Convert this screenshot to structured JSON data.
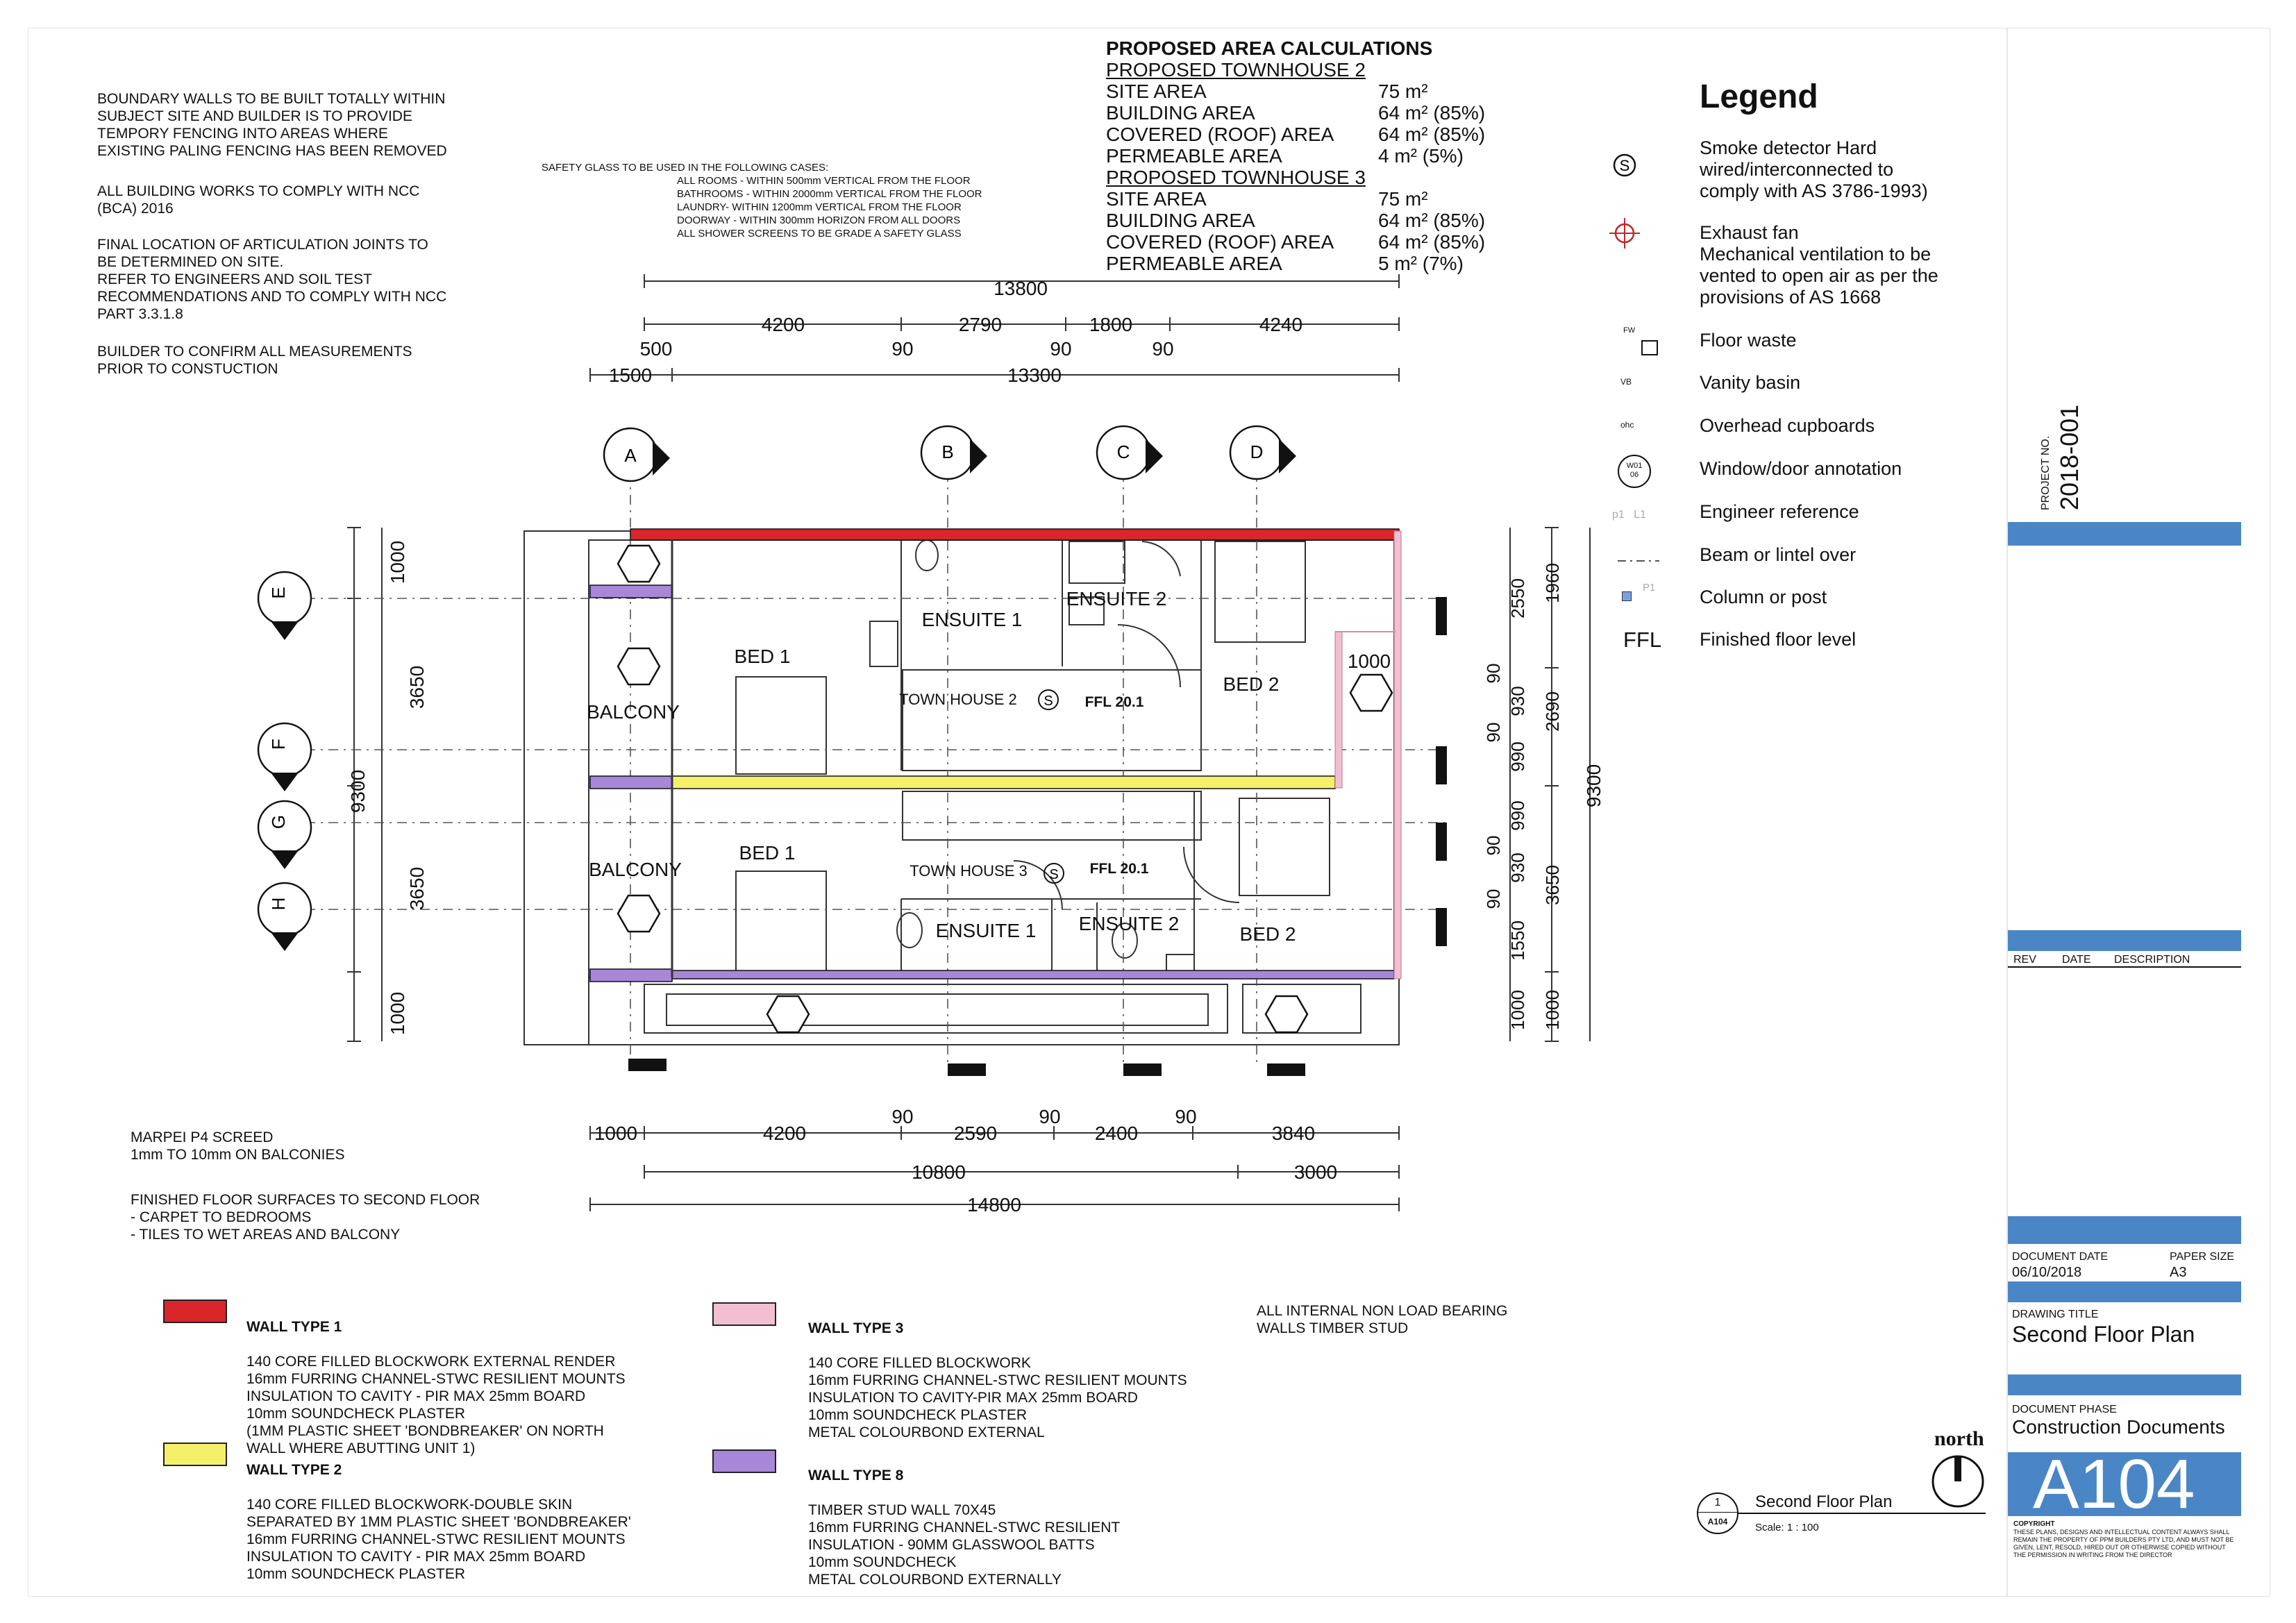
{
  "notes_left": [
    "BOUNDARY WALLS TO BE BUILT TOTALLY WITHIN\nSUBJECT SITE AND BUILDER IS TO PROVIDE\nTEMPORY FENCING INTO AREAS WHERE\nEXISTING PALING FENCING HAS BEEN REMOVED",
    "ALL BUILDING WORKS TO COMPLY WITH NCC\n(BCA) 2016",
    "FINAL LOCATION OF ARTICULATION JOINTS TO\nBE DETERMINED ON SITE.\nREFER TO ENGINEERS AND SOIL TEST\nRECOMMENDATIONS AND TO COMPLY WITH NCC\nPART 3.3.1.8",
    "BUILDER TO CONFIRM ALL MEASUREMENTS\nPRIOR TO CONSTUCTION"
  ],
  "safety_glass": {
    "heading": "SAFETY GLASS TO BE USED IN THE FOLLOWING CASES:",
    "lines": "ALL ROOMS - WITHIN 500mm VERTICAL FROM THE FLOOR\nBATHROOMS - WITHIN 2000mm VERTICAL FROM THE FLOOR\nLAUNDRY- WITHIN 1200mm VERTICAL FROM THE FLOOR\nDOORWAY - WITHIN 300mm HORIZON FROM ALL DOORS\nALL SHOWER SCREENS TO BE GRADE A SAFETY GLASS"
  },
  "area_calc": {
    "title": "PROPOSED AREA CALCULATIONS",
    "th2": "PROPOSED TOWNHOUSE 2",
    "th2_rows": [
      {
        "label": "SITE AREA",
        "value": "75 m²"
      },
      {
        "label": "BUILDING AREA",
        "value": "64 m² (85%)"
      },
      {
        "label": "COVERED (ROOF) AREA",
        "value": "64 m² (85%)"
      },
      {
        "label": "PERMEABLE AREA",
        "value": "4 m² (5%)"
      }
    ],
    "th3": "PROPOSED TOWNHOUSE 3",
    "th3_rows": [
      {
        "label": "SITE AREA",
        "value": "75 m²"
      },
      {
        "label": "BUILDING AREA",
        "value": "64 m² (85%)"
      },
      {
        "label": "COVERED (ROOF) AREA",
        "value": "64 m² (85%)"
      },
      {
        "label": "PERMEABLE AREA",
        "value": "5 m² (7%)"
      }
    ]
  },
  "legend": {
    "title": "Legend",
    "items": [
      {
        "icon": "smoke-detector-icon",
        "tag": "",
        "text": "Smoke detector Hard\nwired/interconnected to\ncomply with AS 3786-1993)"
      },
      {
        "icon": "exhaust-fan-icon",
        "tag": "",
        "text": "Exhaust fan\nMechanical ventilation to be\nvented to open air as per the\nprovisions of AS 1668"
      },
      {
        "icon": "floor-waste-icon",
        "tag": "FW",
        "text": "Floor waste"
      },
      {
        "icon": "vanity-basin-icon",
        "tag": "VB",
        "text": "Vanity basin"
      },
      {
        "icon": "overhead-cupboard-icon",
        "tag": "ohc",
        "text": "Overhead cupboards"
      },
      {
        "icon": "window-door-annotation-icon",
        "tag": "W01\n06",
        "text": "Window/door annotation"
      },
      {
        "icon": "engineer-reference-icon",
        "tag": "p1   L1",
        "text": "Engineer reference"
      },
      {
        "icon": "beam-lintel-icon",
        "tag": "",
        "text": "Beam or lintel over"
      },
      {
        "icon": "column-post-icon",
        "tag": "P1",
        "text": "Column or post"
      },
      {
        "icon": "finished-floor-level-icon",
        "tag": "FFL",
        "text": "Finished floor level"
      }
    ]
  },
  "plan": {
    "grid_top": [
      "A",
      "B",
      "C",
      "D"
    ],
    "grid_left": [
      "E",
      "F",
      "G",
      "H"
    ],
    "dims_top_total": "13800",
    "dims_top_segments": [
      "4200",
      "2790",
      "1800",
      "4240"
    ],
    "dims_top_small": [
      "500",
      "90",
      "90",
      "90"
    ],
    "dims_top_row3": [
      "1500",
      "13300"
    ],
    "dims_left": [
      "1000",
      "3650",
      "9300",
      "3650",
      "1000"
    ],
    "dims_right_inner": [
      "1960",
      "2690",
      "3650",
      "1000"
    ],
    "dims_right_mid": [
      "2550",
      "90",
      "930",
      "90",
      "990",
      "990",
      "90",
      "930",
      "90",
      "1550",
      "1000"
    ],
    "dims_right_total": "9300",
    "dims_bottom_small": [
      "90",
      "90",
      "90"
    ],
    "dims_bottom_segments": [
      "1000",
      "4200",
      "2590",
      "2400",
      "3840"
    ],
    "dims_bottom_row2": [
      "10800",
      "3000"
    ],
    "dims_bottom_total": "14800",
    "rooms": {
      "bed1_top": "BED 1",
      "ensuite1_top": "ENSUITE 1",
      "ensuite2_top": "ENSUITE 2",
      "bed2_top": "BED 2",
      "balcony_top": "BALCONY",
      "townhouse2": "TOWN HOUSE 2",
      "ffl_top": "FFL 20.1",
      "dim_1000": "1000",
      "bed1_bot": "BED 1",
      "balcony_bot": "BALCONY",
      "townhouse3": "TOWN HOUSE 3",
      "ffl_bot": "FFL 20.1",
      "ensuite1_bot": "ENSUITE 1",
      "ensuite2_bot": "ENSUITE 2",
      "bed2_bot": "BED 2"
    }
  },
  "notes_bottom": [
    "MARPEI P4 SCREED\n1mm TO 10mm ON BALCONIES",
    "FINISHED FLOOR SURFACES TO SECOND FLOOR\n- CARPET TO BEDROOMS\n- TILES TO WET AREAS AND BALCONY"
  ],
  "wall_types": [
    {
      "color": "#d9262a",
      "title": "WALL TYPE 1",
      "text": "140 CORE FILLED BLOCKWORK EXTERNAL RENDER\n16mm FURRING CHANNEL-STWC RESILIENT MOUNTS\nINSULATION TO CAVITY - PIR MAX 25mm BOARD\n10mm SOUNDCHECK PLASTER\n(1MM PLASTIC SHEET 'BONDBREAKER' ON NORTH\nWALL WHERE ABUTTING UNIT 1)"
    },
    {
      "color": "#f4f06a",
      "title": "WALL TYPE 2",
      "text": "140 CORE FILLED BLOCKWORK-DOUBLE SKIN\nSEPARATED BY 1MM PLASTIC SHEET 'BONDBREAKER'\n16mm FURRING CHANNEL-STWC RESILIENT MOUNTS\nINSULATION TO CAVITY - PIR MAX 25mm BOARD\n10mm SOUNDCHECK PLASTER"
    },
    {
      "color": "#f2bfd2",
      "title": "WALL TYPE 3",
      "text": "140 CORE FILLED BLOCKWORK\n16mm FURRING CHANNEL-STWC RESILIENT MOUNTS\nINSULATION TO CAVITY-PIR MAX 25mm BOARD\n10mm SOUNDCHECK PLASTER\nMETAL COLOURBOND EXTERNAL"
    },
    {
      "color": "#a886d8",
      "title": "WALL TYPE 8",
      "text": "TIMBER STUD WALL 70X45\n16mm FURRING CHANNEL-STWC RESILIENT\nINSULATION - 90MM GLASSWOOL BATTS\n10mm SOUNDCHECK\nMETAL COLOURBOND EXTERNALLY"
    }
  ],
  "internal_note": "ALL INTERNAL NON LOAD BEARING\nWALLS TIMBER STUD",
  "north_label": "north",
  "view_tag": {
    "number": "1",
    "sheet": "A104",
    "title": "Second Floor Plan",
    "scale": "Scale:  1 : 100"
  },
  "title_block": {
    "project_no_label": "PROJECT NO.",
    "project_no": "2018-001",
    "rev_headers": [
      "REV",
      "DATE",
      "DESCRIPTION"
    ],
    "doc_date_label": "DOCUMENT DATE",
    "doc_date": "06/10/2018",
    "paper_size_label": "PAPER SIZE",
    "paper_size": "A3",
    "drawing_title_label": "DRAWING TITLE",
    "drawing_title": "Second Floor Plan",
    "doc_phase_label": "DOCUMENT PHASE",
    "doc_phase": "Construction Documents",
    "sheet_number": "A104",
    "copyright_title": "COPYRIGHT",
    "copyright_text": "THESE PLANS, DESIGNS AND INTELLECTUAL CONTENT ALWAYS SHALL\nREMAIN THE PROPERTY OF PPM BUILDERS PTY LTD, AND MUST NOT BE\nGIVEN, LENT, RESOLD, HIRED OUT OR OTHERWISE COPIED WITHOUT\nTHE PERMISSION IN WRITING FROM THE DIRECTOR",
    "accent": "#4a86c6"
  },
  "colors": {
    "wall1": "#d9262a",
    "wall2": "#f4f06a",
    "wall3": "#f2bfd2",
    "wall8": "#a886d8"
  }
}
